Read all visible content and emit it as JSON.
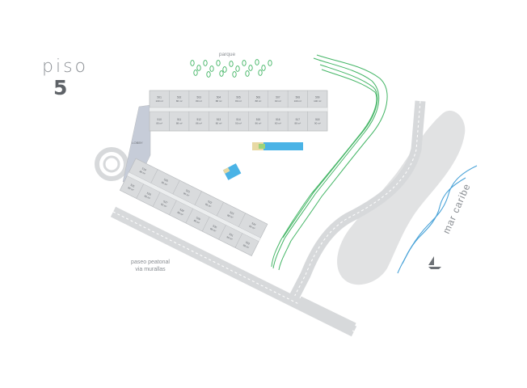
{
  "floor": {
    "word": "piso",
    "number": "5"
  },
  "labels": {
    "park": "parque",
    "lobby": "LOBBY",
    "promenade_line1": "paseo peatonal",
    "promenade_line2": "via murallas",
    "sea": "mar caribe"
  },
  "units_top_row": [
    {
      "num": "501",
      "area": "100 m²"
    },
    {
      "num": "502",
      "area": "86 m²"
    },
    {
      "num": "503",
      "area": "80 m²"
    },
    {
      "num": "504",
      "area": "88 m²"
    },
    {
      "num": "505",
      "area": "80 m²"
    },
    {
      "num": "506",
      "area": "88 m²"
    },
    {
      "num": "507",
      "area": "90 m²"
    },
    {
      "num": "508",
      "area": "100 m²"
    },
    {
      "num": "509",
      "area": "100 m²"
    }
  ],
  "units_second_row": [
    {
      "num": "510",
      "area": "80 m²"
    },
    {
      "num": "511",
      "area": "88 m²"
    },
    {
      "num": "512",
      "area": "86 m²"
    },
    {
      "num": "513",
      "area": "80 m²"
    },
    {
      "num": "514",
      "area": "90 m²"
    },
    {
      "num": "515",
      "area": "86 m²"
    },
    {
      "num": "516",
      "area": "80 m²"
    },
    {
      "num": "517",
      "area": "88 m²"
    },
    {
      "num": "518",
      "area": "90 m²"
    }
  ],
  "units_diag_upper": [
    {
      "num": "519",
      "area": "86 m²"
    },
    {
      "num": "520",
      "area": "80 m²"
    },
    {
      "num": "521",
      "area": "90 m²"
    },
    {
      "num": "522",
      "area": "86 m²"
    },
    {
      "num": "523",
      "area": "88 m²"
    },
    {
      "num": "524",
      "area": "90 m²"
    }
  ],
  "units_diag_lower": [
    {
      "num": "525",
      "area": "80 m²"
    },
    {
      "num": "526",
      "area": "86 m²"
    },
    {
      "num": "527",
      "area": "90 m²"
    },
    {
      "num": "528",
      "area": "88 m²"
    },
    {
      "num": "529",
      "area": "80 m²"
    },
    {
      "num": "530",
      "area": "86 m²"
    },
    {
      "num": "531",
      "area": "90 m²"
    },
    {
      "num": "532",
      "area": "88 m²"
    }
  ],
  "colors": {
    "building": "#d9dbdd",
    "building_stroke": "#b9bcbf",
    "sea": "#e1e2e3",
    "waves": "#4aa3d8",
    "park_green": "#43b565",
    "pool": "#4ab3e6",
    "road": "#dfe0e1",
    "lobby": "#c6ccd8"
  }
}
